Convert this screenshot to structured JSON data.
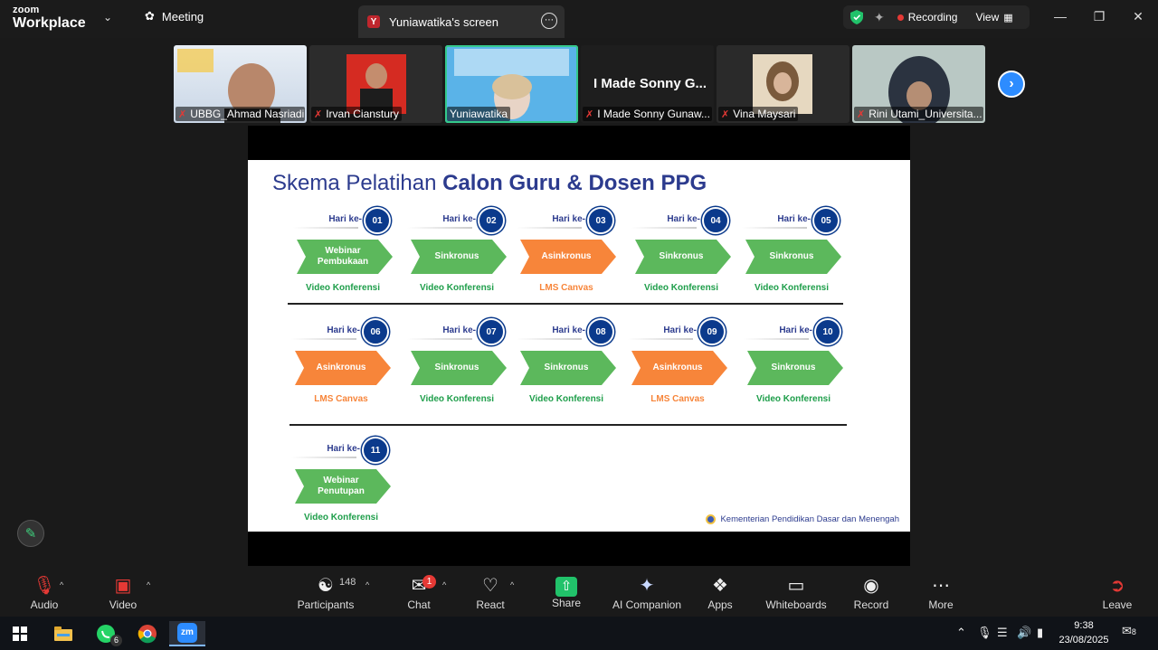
{
  "app": {
    "brand_top": "zoom",
    "brand_bottom": "Workplace",
    "meeting_label": "Meeting"
  },
  "screen_tab": {
    "avatar_letter": "Y",
    "title": "Yuniawatika's screen"
  },
  "status": {
    "recording_label": "Recording",
    "view_label": "View"
  },
  "participants": [
    {
      "name": "UBBG_Ahmad Nasriadi",
      "muted": true
    },
    {
      "name": "Irvan Cianstury",
      "muted": true
    },
    {
      "name": "Yuniawatika",
      "muted": false,
      "active": true
    },
    {
      "name": "I Made Sonny Gunaw...",
      "big_name": "I Made Sonny G...",
      "muted": true
    },
    {
      "name": "Vina Maysari",
      "muted": true
    },
    {
      "name": "Rini Utami_Universita...",
      "muted": true
    }
  ],
  "slide": {
    "title_light": "Skema Pelatihan ",
    "title_bold": "Calon Guru & Dosen PPG",
    "day_prefix": "Hari ke-",
    "days": [
      {
        "num": "01",
        "activity": "Webinar Pembukaan",
        "platform": "Video Konferensi",
        "kind": "sync"
      },
      {
        "num": "02",
        "activity": "Sinkronus",
        "platform": "Video Konferensi",
        "kind": "sync"
      },
      {
        "num": "03",
        "activity": "Asinkronus",
        "platform": "LMS Canvas",
        "kind": "async"
      },
      {
        "num": "04",
        "activity": "Sinkronus",
        "platform": "Video Konferensi",
        "kind": "sync"
      },
      {
        "num": "05",
        "activity": "Sinkronus",
        "platform": "Video Konferensi",
        "kind": "sync"
      },
      {
        "num": "06",
        "activity": "Asinkronus",
        "platform": "LMS Canvas",
        "kind": "async"
      },
      {
        "num": "07",
        "activity": "Sinkronus",
        "platform": "Video Konferensi",
        "kind": "sync"
      },
      {
        "num": "08",
        "activity": "Sinkronus",
        "platform": "Video Konferensi",
        "kind": "sync"
      },
      {
        "num": "09",
        "activity": "Asinkronus",
        "platform": "LMS Canvas",
        "kind": "async"
      },
      {
        "num": "10",
        "activity": "Sinkronus",
        "platform": "Video Konferensi",
        "kind": "sync"
      },
      {
        "num": "11",
        "activity": "Webinar Penutupan",
        "platform": "Video Konferensi",
        "kind": "sync"
      }
    ],
    "footer": "Kementerian Pendidikan Dasar dan Menengah"
  },
  "colors": {
    "sync": "#5cb85c",
    "async": "#f7853a",
    "sync_text": "#1e9e4a",
    "async_text": "#f7853a",
    "accent": "#2c3b8e"
  },
  "toolbar": {
    "audio": "Audio",
    "video": "Video",
    "participants": "Participants",
    "participants_count": "148",
    "chat": "Chat",
    "chat_badge": "1",
    "react": "React",
    "share": "Share",
    "ai": "AI Companion",
    "apps": "Apps",
    "whiteboards": "Whiteboards",
    "record": "Record",
    "more": "More",
    "leave": "Leave"
  },
  "taskbar": {
    "whatsapp_badge": "6",
    "zoom_label": "zm",
    "time": "9:38",
    "date": "23/08/2025",
    "notif_count": "8"
  }
}
